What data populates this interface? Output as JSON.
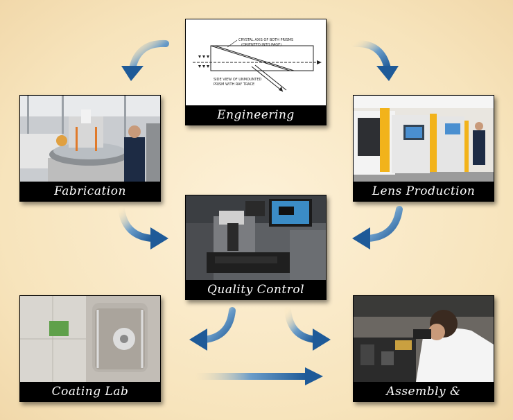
{
  "stages": {
    "engineering": {
      "caption": "Engineering",
      "drawing": {
        "note_top": "CRYSTAL AXIS OF BOTH PRISMS",
        "note_top2": "(ORIENTED INTO PAGE)",
        "note_bottom": "SIDE VIEW OF UNMOUNTED",
        "note_bottom2": "PRISM WITH RAY TRACE"
      }
    },
    "fabrication": {
      "caption": "Fabrication"
    },
    "lens_production": {
      "caption": "Lens Production"
    },
    "quality_control": {
      "caption": "Quality Control"
    },
    "coating_lab": {
      "caption": "Coating Lab"
    },
    "assembly_inspection": {
      "caption": "Assembly & Inspection"
    }
  },
  "colors": {
    "background": "#f7e4bc",
    "arrow": "#2f6aa6",
    "caption_bg": "#000000",
    "caption_text": "#ffffff"
  }
}
